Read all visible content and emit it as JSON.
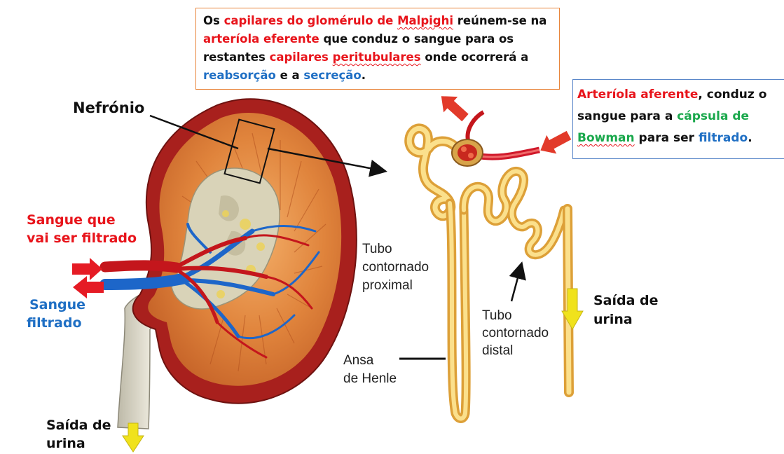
{
  "callouts": {
    "efferent": {
      "p1": "Os ",
      "p2": "capilares do glomérulo de ",
      "p3": "Malpighi",
      "p4": " reúnem-se na",
      "p5": "arteríola eferente",
      "p6": " que conduz o sangue para os restantes ",
      "p7": "capilares ",
      "p8": "peritubulares",
      "p9": " onde ocorrerá a ",
      "p10": "reabsorção",
      "p11": " e a ",
      "p12": "secreção",
      "p13": "."
    },
    "afferent": {
      "p1": "Arteríola aferente",
      "p2": ", conduz o sangue para a ",
      "p3": "cápsula de ",
      "p4": "Bowman",
      "p5": " para ser ",
      "p6": "filtrado",
      "p7": "."
    }
  },
  "labels": {
    "nefronio": "Nefrónio",
    "sangue_que": "Sangue que",
    "vai_ser_filtrado": "vai ser filtrado",
    "sangue": "Sangue",
    "filtrado": "filtrado",
    "saida_urina_left_1": "Saída de",
    "saida_urina_left_2": "urina",
    "saida_urina_right_1": "Saída de",
    "saida_urina_right_2": "urina",
    "tubo_proximal_1": "Tubo",
    "tubo_proximal_2": "contornado",
    "tubo_proximal_3": "proximal",
    "tubo_distal_1": "Tubo",
    "tubo_distal_2": "contornado",
    "tubo_distal_3": "distal",
    "ansa_1": "Ansa",
    "ansa_2": "de Henle"
  },
  "colors": {
    "red_text": "#e8141b",
    "blue_text": "#1f6fc4",
    "green_text": "#1aa84c",
    "cortex": "#d9762a",
    "capsule": "#b3231f",
    "tubule": "#f2c35a",
    "artery": "#c4161c",
    "vein": "#1d66c9",
    "ureter": "#d9d6c8",
    "arrow_yellow": "#f0e21c"
  }
}
